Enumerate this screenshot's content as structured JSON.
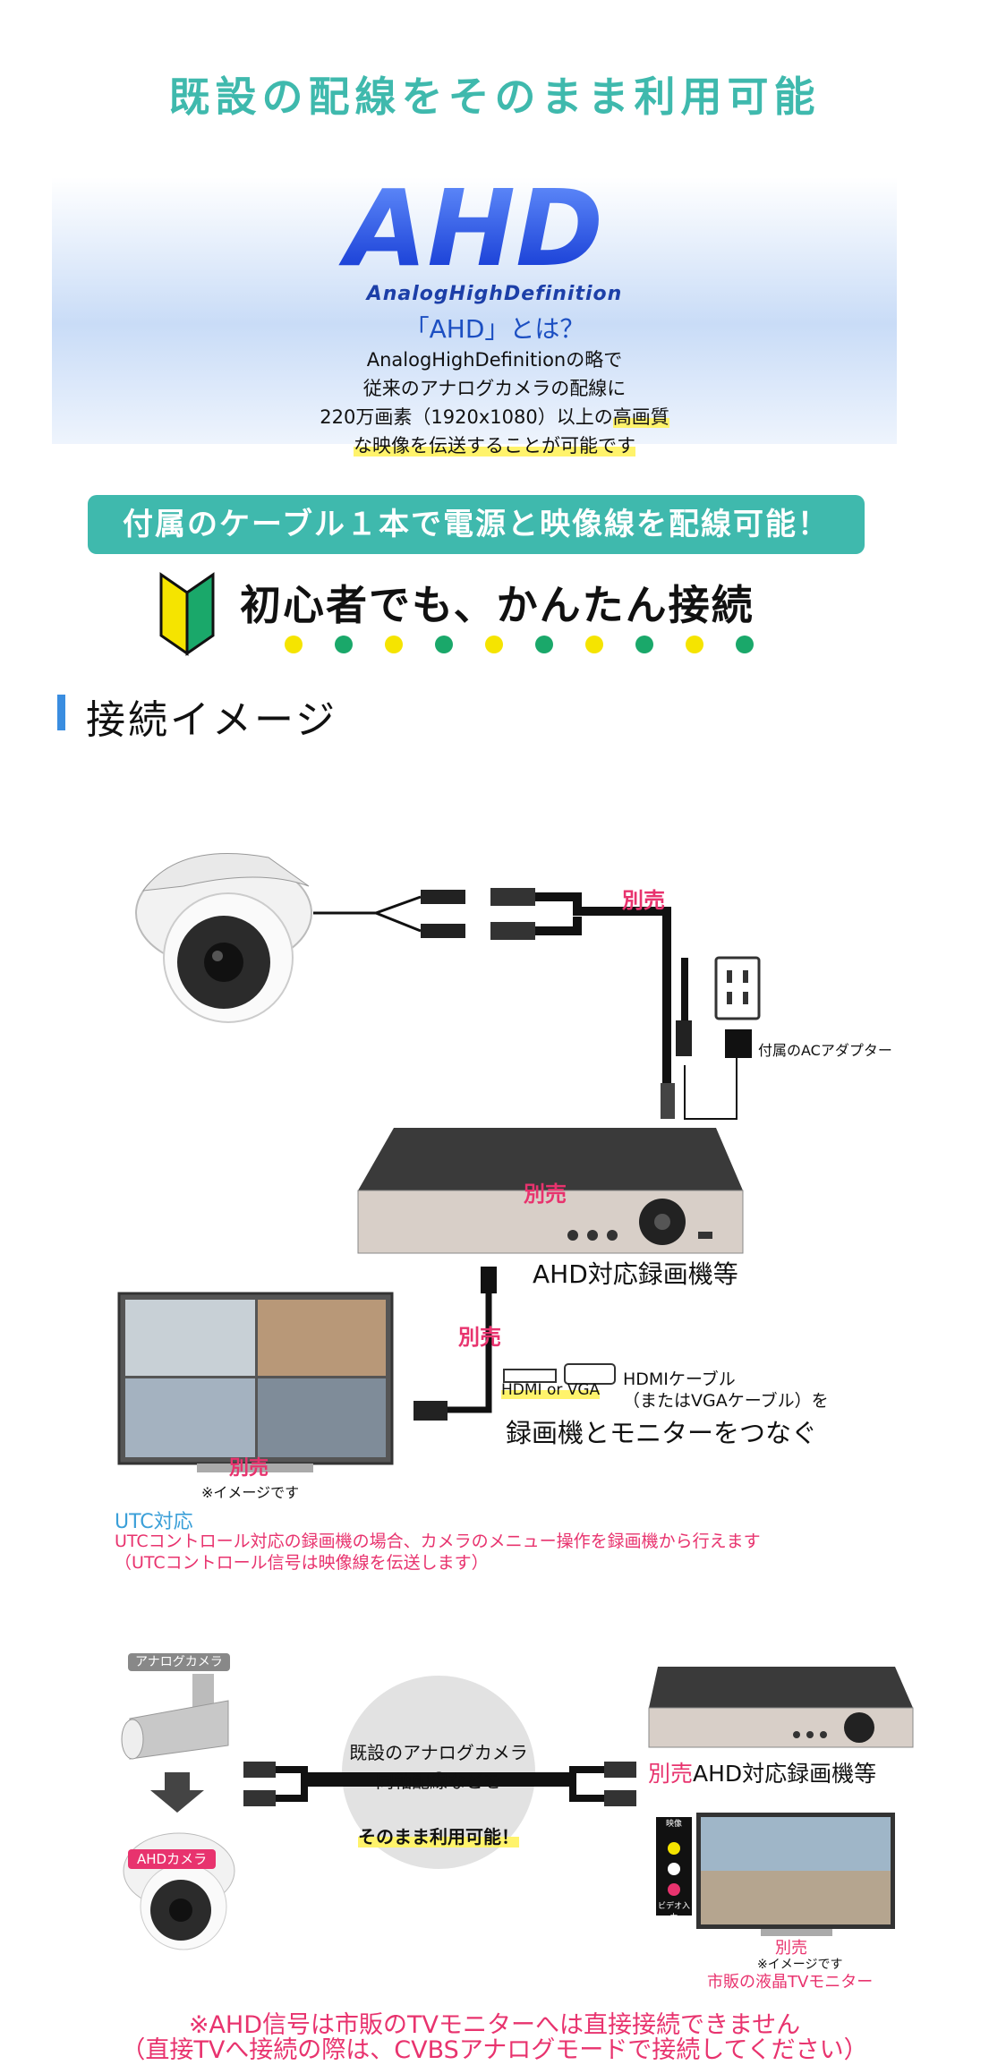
{
  "header": {
    "title": "既設の配線をそのまま利用可能"
  },
  "ahd": {
    "logo": "AHD",
    "subtitle": "AnalogHighDefinition",
    "question": "「AHD」とは？",
    "line1": "AnalogHighDefinitionの略で",
    "line2": "従来のアナログカメラの配線に",
    "line3a": "220万画素（1920x1080）以上の",
    "line3b": "高画質",
    "line4": "な映像を伝送することが可能です"
  },
  "banner": {
    "text": "付属のケーブル１本で電源と映像線を配線可能！"
  },
  "beginner": {
    "text": "初心者でも、かんたん接続"
  },
  "dots": [
    "#f5e400",
    "#1aa86a",
    "#f5e400",
    "#1aa86a",
    "#f5e400",
    "#1aa86a",
    "#f5e400",
    "#1aa86a",
    "#f5e400",
    "#1aa86a"
  ],
  "section": {
    "title": "接続イメージ"
  },
  "diagram1": {
    "sold_separately_1": "別売",
    "ac_adapter": "付属のACアダプター",
    "sold_separately_2": "別売",
    "recorder": "AHD対応録画機等",
    "sold_separately_3": "別売",
    "hdmi_tag": "HDMI or VGA",
    "hdmi_line1": "HDMIケーブル",
    "hdmi_line2": "（またはVGAケーブル）を",
    "connect": "録画機とモニターをつなぐ",
    "sold_separately_4": "別売",
    "image_note": "※イメージです"
  },
  "utc": {
    "title": "UTC対応",
    "line1": "UTCコントロール対応の録画機の場合、カメラのメニュー操作を録画機から行えます",
    "line2": "（UTCコントロール信号は映像線を伝送します）"
  },
  "diagram2": {
    "analog_tag": "アナログカメラ",
    "ahd_tag": "AHDカメラ",
    "circle_line1": "既設のアナログカメラの",
    "circle_line2": "同軸配線などを",
    "circle_line3": "そのまま利用可能！",
    "recorder_sold": "別売",
    "recorder": "AHD対応録画機等",
    "tv_sold": "別売",
    "tv_note": "※イメージです",
    "tv_label": "市販の液晶TVモニター",
    "tv_port1": "映像",
    "tv_port2": "ビデオ入力"
  },
  "footer": {
    "note1": "※AHD信号は市販のTVモニターへは直接接続できません",
    "note2": "（直接TVへ接続の際は、CVBSアナログモードで接続してください）"
  }
}
